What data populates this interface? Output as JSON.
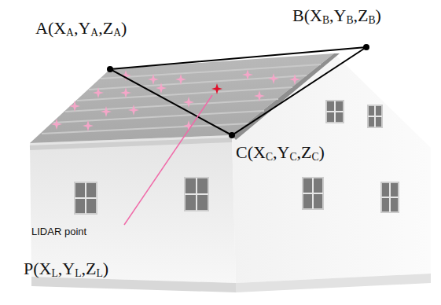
{
  "diagram": {
    "labels": [
      "A(XA,YA,ZA)",
      "B(XB,YB,ZB)",
      "C(XC,YC,ZC)",
      "LIDAR point",
      "P(XL,YL,ZL)"
    ]
  }
}
